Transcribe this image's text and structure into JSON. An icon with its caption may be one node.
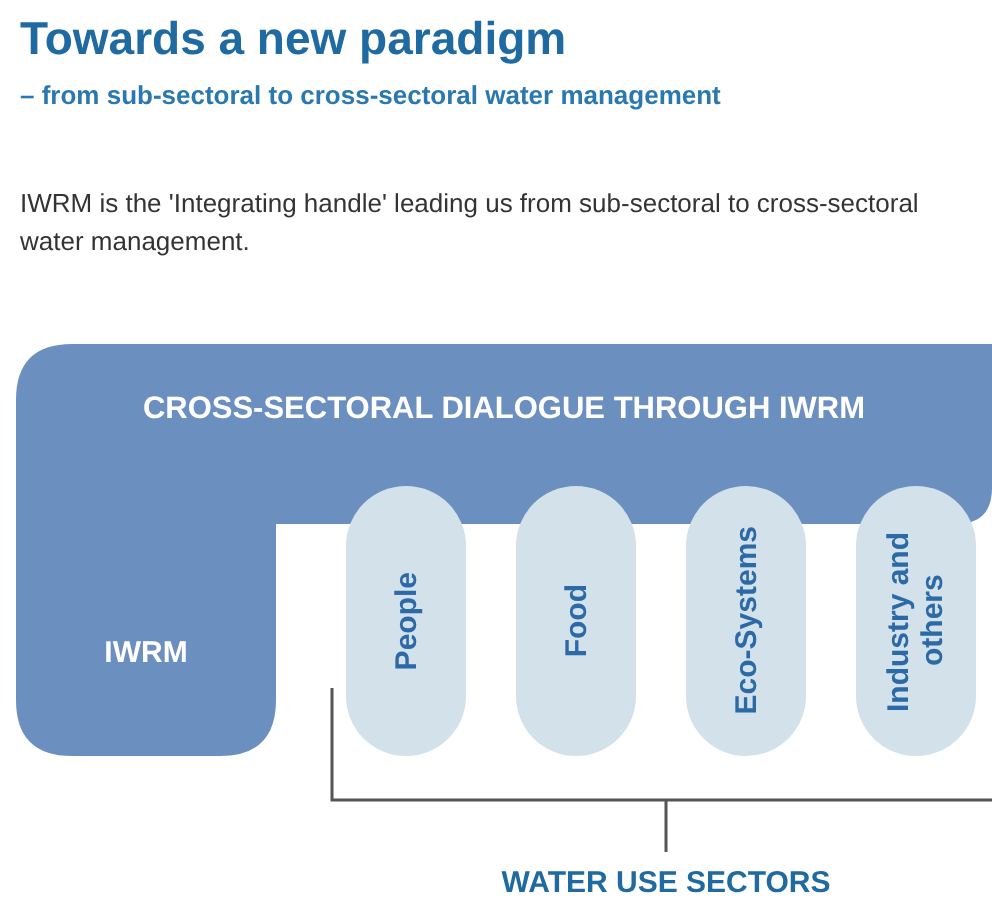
{
  "diagram": {
    "title": "Towards a new paradigm",
    "nodes": [
      {
        "text": [
          "CROSS-SECTORAL DIALOGUE THROUGH IWRM",
          "IWRM"
        ]
      },
      {
        "text": [
          "People"
        ]
      },
      {
        "text": [
          "Food"
        ]
      },
      {
        "text": [
          "Eco-Systems"
        ]
      },
      {
        "text": [
          "Industry and others"
        ]
      }
    ],
    "edges": [],
    "labels": [
      "– from sub-sectoral to cross-sectoral water management",
      "IWRM is the 'Integrating handle' leading us from sub-sectoral to cross-sectoral water management.",
      "WATER USE SECTORS"
    ]
  }
}
